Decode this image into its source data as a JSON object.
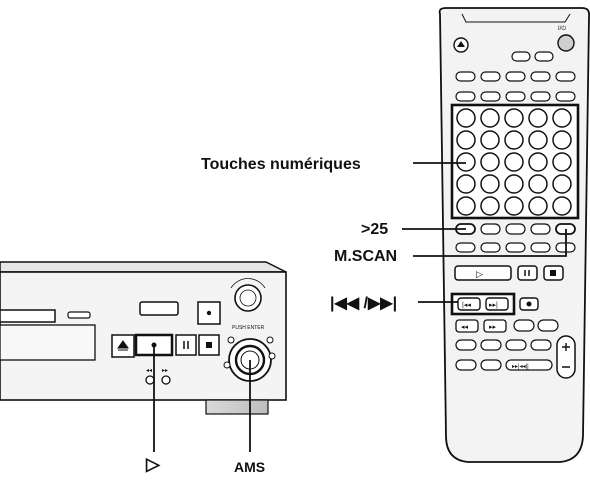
{
  "labels": {
    "numeric_keys": "Touches numériques",
    "gt25": ">25",
    "mscan": "M.SCAN",
    "skip": "|◀◀ /▶▶|",
    "play": "▷",
    "ams": "AMS"
  },
  "colors": {
    "ink": "#111111",
    "body": "#f2f2f2",
    "shade": "#cfcfcf",
    "highlight": "#777777"
  }
}
